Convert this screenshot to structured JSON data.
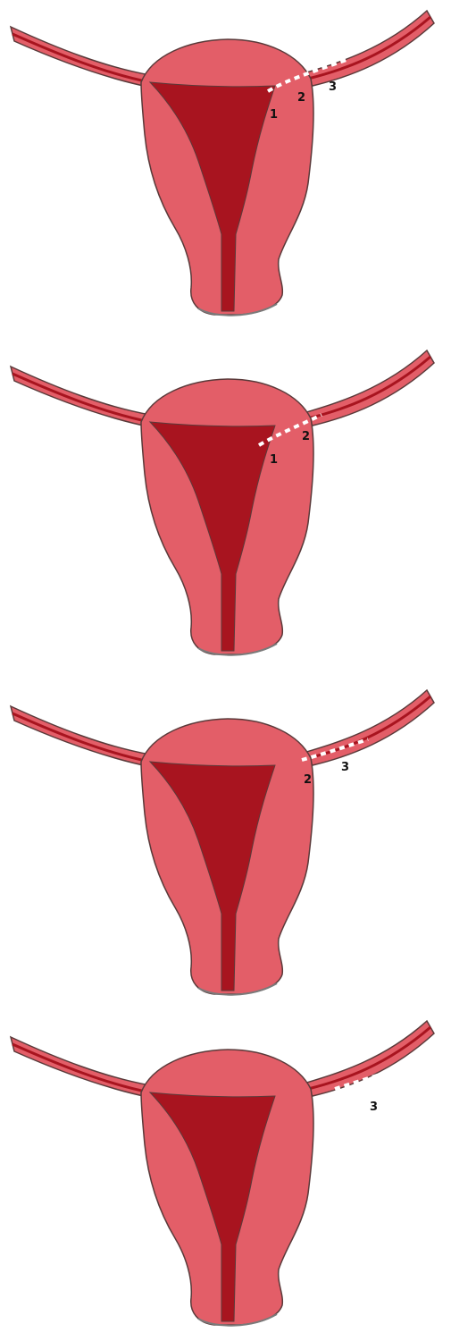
{
  "colors": {
    "tissue": "#e35e68",
    "cavity": "#a8141f",
    "outline": "#5a3a3a",
    "tube_lumen": "#a8141f",
    "marker": "#ffffff",
    "label": "#111111"
  },
  "panels": [
    {
      "labels": [
        "1",
        "2",
        "3"
      ]
    },
    {
      "labels": [
        "1",
        "2"
      ]
    },
    {
      "labels": [
        "2",
        "3"
      ]
    },
    {
      "labels": [
        "3"
      ]
    }
  ]
}
